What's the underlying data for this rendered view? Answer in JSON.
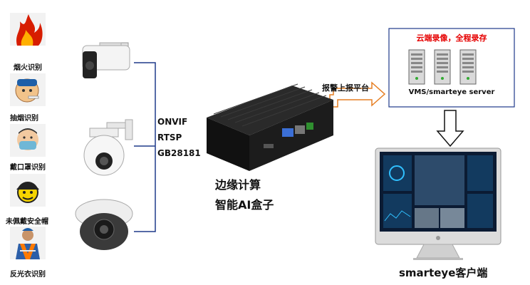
{
  "detections": [
    {
      "label": "烟火识别",
      "icon": "fire-icon"
    },
    {
      "label": "抽烟识别",
      "icon": "smoking-icon"
    },
    {
      "label": "戴口罩识别",
      "icon": "mask-icon"
    },
    {
      "label": "未佩戴安全帽",
      "icon": "hardhat-icon"
    },
    {
      "label": "反光衣识别",
      "icon": "reflective-vest-icon"
    }
  ],
  "protocols": [
    "ONVIF",
    "RTSP",
    "GB28181"
  ],
  "edge_box": {
    "title_line1": "边缘计算",
    "title_line2": "智能AI盒子"
  },
  "alarm_label": "报警上报平台",
  "cloud": {
    "title": "云端录像，全程录存",
    "server_label": "VMS/smarteye server"
  },
  "client_label": "smarteye客户端",
  "colors": {
    "connector": "#1f3a8a",
    "alarm_arrow": "#e67e22",
    "cloud_title": "#e60000"
  }
}
